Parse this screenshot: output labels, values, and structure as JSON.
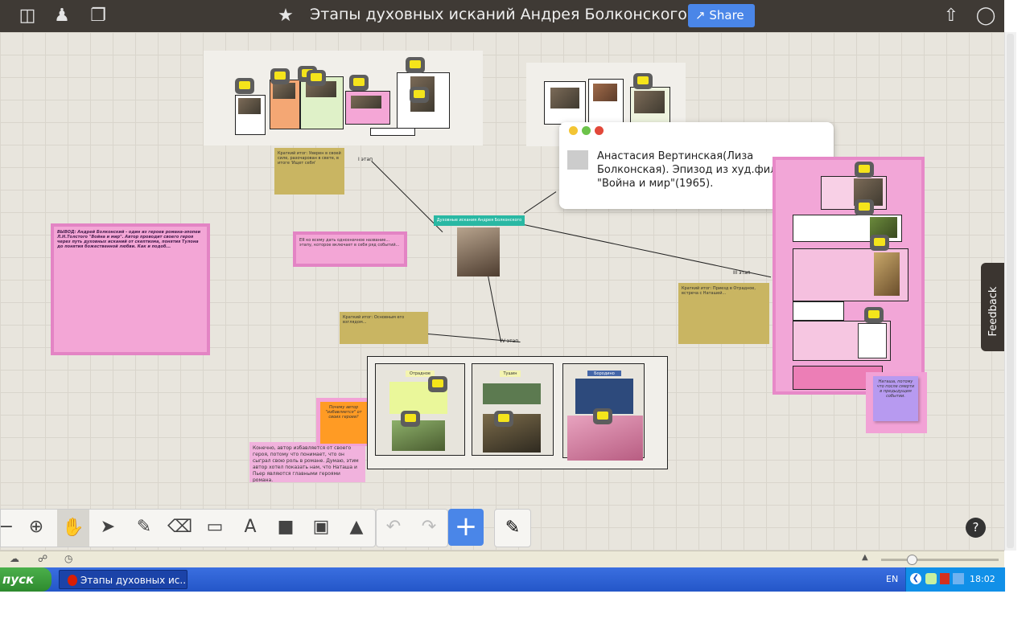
{
  "app": {
    "title": "Этапы духовных исканий Андрея Болконского",
    "share_label": "Share",
    "feedback_label": "Feedback",
    "help_label": "?"
  },
  "popup": {
    "text": "Анастасия Вертинская(Лиза Болконская). Эпизод из худ.фильма \"Война и мир\"(1965)."
  },
  "canvas": {
    "central_title": "Духовные искания Андрея Болконского",
    "stage1_label": "I этап",
    "stage3_label": "III этап",
    "stage4_label": "IV этап",
    "conclusion": "ВЫВОД: Андрей Болконский - один из героев романа-эпопеи Л.Н.Толстого \"Война и мир\". Автор проводит своего героя через путь духовных исканий от скептизма, понятия Тулона до понятия божественной любви. Как и подоб...",
    "pink_center": "ЕЯ ко всему дать однозначное название... этапу, которое включает в себя ряд событий...",
    "yellow_left": "Краткий итог: Уверен в своей силе, разочарован в свете, в итоге 'Ищет себя'",
    "yellow_center": "Краткий итог: Основным его взглядом...",
    "yellow_right": "Краткий итог: Приезд в Отрадное, встреча с Наташей...",
    "orange_note": "Почему автор \"избавляется\" от своих героев?",
    "pink_bottom": "Конечно, автор избавляется от своего героя, потому что понимает, что он сыграл свою роль в романе. Думаю, этим автор хотел показать нам, что Наташа и Пьер являются главными героями романа.",
    "purple_note": "Наташа, потому что после смерти в предыдущем событии.",
    "card1_title": "Отрадное",
    "card2_title": "Тушин",
    "card3_title": "Бородино"
  },
  "taskbar": {
    "start_label": "пуск",
    "task_label": "Этапы духовных ис...",
    "language": "EN",
    "time": "18:02"
  },
  "colors": {
    "topbar": "#3f3a35",
    "accent": "#4a86e8",
    "canvas": "#e8e5dd",
    "note_yellow": "#c9b562",
    "note_pink": "#f3a6d6",
    "taskbar": "#2456c8"
  }
}
